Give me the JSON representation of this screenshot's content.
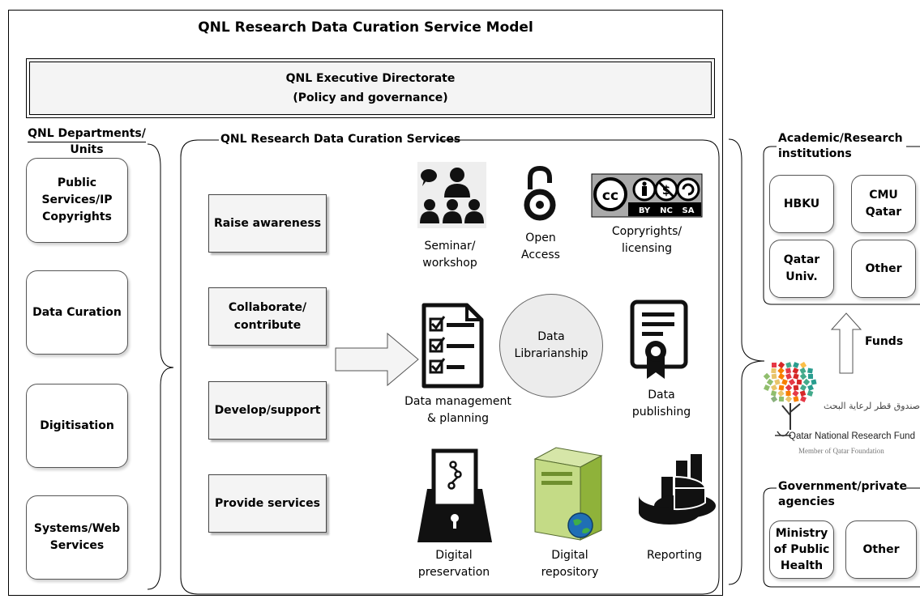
{
  "title": "QNL Research Data Curation Service Model",
  "executive": {
    "line1": "QNL Executive Directorate",
    "line2": "(Policy and governance)"
  },
  "departments": {
    "header_line1": "QNL Departments/",
    "header_line2": "Units",
    "items": [
      {
        "lines": [
          "Public",
          "Services/IP",
          "Copyrights"
        ]
      },
      {
        "lines": [
          "Data Curation"
        ]
      },
      {
        "lines": [
          "Digitisation"
        ]
      },
      {
        "lines": [
          "Systems/Web",
          "Services"
        ]
      }
    ]
  },
  "services": {
    "header": "QNL Research Data Curation Services",
    "actions": [
      {
        "lines": [
          "Raise awareness"
        ]
      },
      {
        "lines": [
          "Collaborate/",
          "contribute"
        ]
      },
      {
        "lines": [
          "Develop/support"
        ]
      },
      {
        "lines": [
          "Provide services"
        ]
      }
    ],
    "center": {
      "line1": "Data",
      "line2": "Librarianship"
    },
    "cc_badge": {
      "by": "BY",
      "nc": "NC",
      "sa": "SA"
    },
    "icons": [
      {
        "icon": "seminar-icon",
        "lines": [
          "Seminar/",
          "workshop"
        ]
      },
      {
        "icon": "open-access-icon",
        "lines": [
          "Open",
          "Access"
        ]
      },
      {
        "icon": "creative-commons-icon",
        "lines": [
          "Copryrights/",
          "licensing"
        ]
      },
      {
        "icon": "checklist-icon",
        "lines": [
          "Data management",
          "& planning"
        ]
      },
      {
        "icon": "certificate-icon",
        "lines": [
          "Data",
          "publishing"
        ]
      },
      {
        "icon": "archive-box-icon",
        "lines": [
          "Digital",
          "preservation"
        ]
      },
      {
        "icon": "server-icon",
        "lines": [
          "Digital",
          "repository"
        ]
      },
      {
        "icon": "pie-chart-icon",
        "lines": [
          "Reporting"
        ]
      }
    ]
  },
  "academic": {
    "header_line1": "Academic/Research",
    "header_line2": "institutions",
    "items": [
      {
        "lines": [
          "HBKU"
        ]
      },
      {
        "lines": [
          "CMU",
          "Qatar"
        ]
      },
      {
        "lines": [
          "Qatar",
          "Univ."
        ]
      },
      {
        "lines": [
          "Other"
        ]
      }
    ]
  },
  "funds_label": "Funds",
  "qnrf": {
    "arabic": "صندوق قطر لرعاية البحث العلمي",
    "name": "Qatar National Research Fund",
    "member": "Member of Qatar Foundation",
    "palette": [
      "#e63946",
      "#f4a261",
      "#e9c46a",
      "#2a9d8f",
      "#8ab17d",
      "#d62828",
      "#6a4c93",
      "#f77f00",
      "#fcbf49",
      "#90be6d",
      "#43aa8b",
      "#b5179e"
    ]
  },
  "government": {
    "header_line1": "Government/private",
    "header_line2": "agencies",
    "items": [
      {
        "lines": [
          "Ministry",
          "of Public",
          "Health"
        ]
      },
      {
        "lines": [
          "Other"
        ]
      }
    ]
  }
}
